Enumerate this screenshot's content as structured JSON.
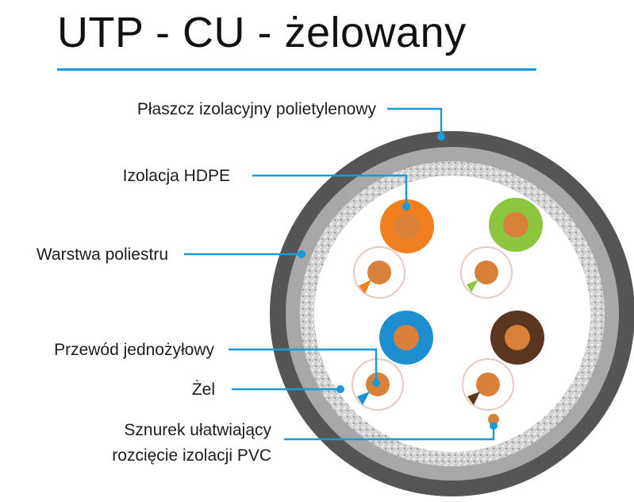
{
  "title": "UTP - CU - żelowany",
  "colors": {
    "accent": "#1a9ad6",
    "outer_jacket": "#555555",
    "hdpe_layer": "#a8a8a8",
    "foil_layer": "#d4d4d4",
    "copper": "#d9803a",
    "pair_orange": "#f07f1f",
    "pair_green": "#8cc63f",
    "pair_blue": "#1d8fd1",
    "pair_brown": "#5a3620"
  },
  "labels": {
    "jacket": "Płaszcz izolacyjny polietylenowy",
    "hdpe": "Izolacja HDPE",
    "polyester": "Warstwa poliestru",
    "conductor": "Przewód jednożyłowy",
    "gel": "Żel",
    "ripcord_line1": "Sznurek ułatwiający",
    "ripcord_line2": "rozcięcie izolacji PVC"
  }
}
